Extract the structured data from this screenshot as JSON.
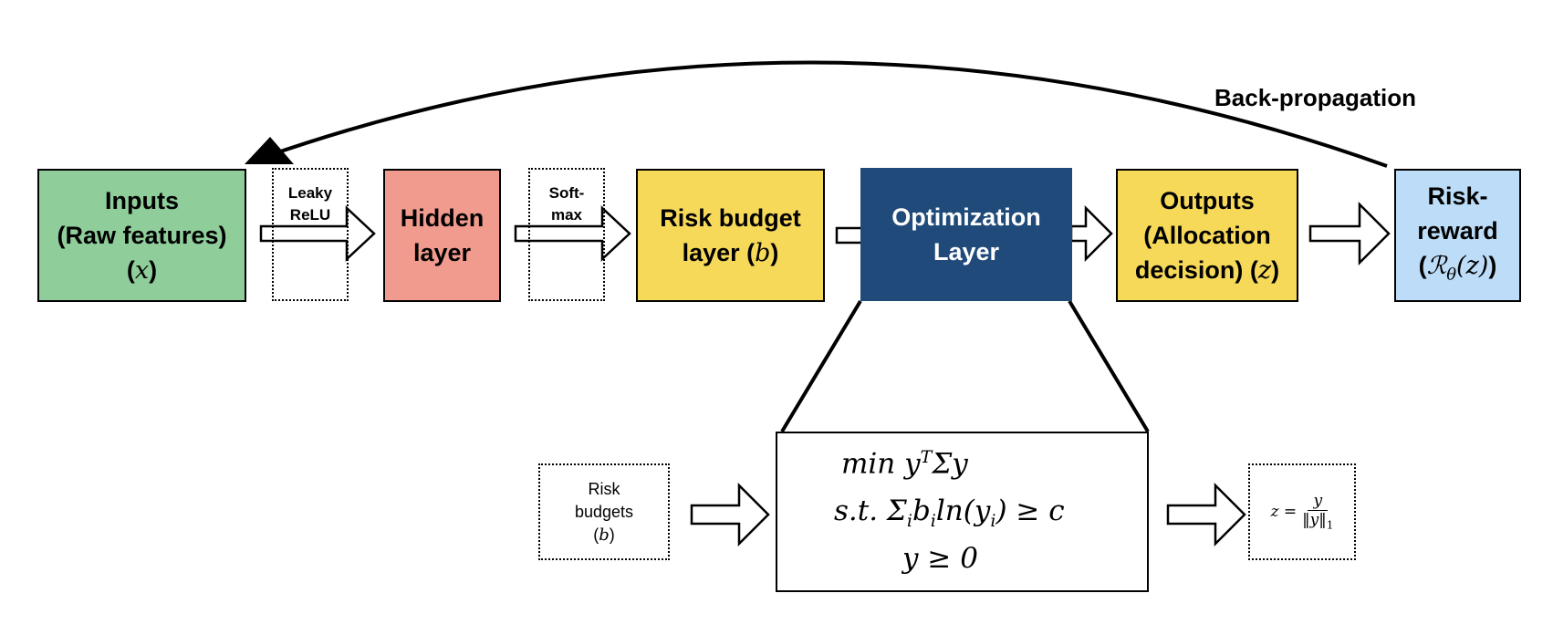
{
  "backprop_label": "Back-propagation",
  "nodes": {
    "inputs": {
      "line1": "Inputs",
      "line2": "(Raw features)",
      "var": "x"
    },
    "hidden": {
      "line1": "Hidden",
      "line2": "layer"
    },
    "risk_budget": {
      "line1": "Risk budget",
      "line2": "layer (",
      "var": "b",
      "close": ")"
    },
    "optimization": {
      "line1": "Optimization",
      "line2": "Layer"
    },
    "outputs": {
      "line1": "Outputs",
      "line2": "(Allocation",
      "line3": "decision) (",
      "var": "z",
      "close": ")"
    },
    "risk_reward": {
      "line1": "Risk-",
      "line2": "reward",
      "line3_open": "(",
      "symbol": "ℛ",
      "sub": "θ",
      "arg": "(z)",
      "line3_close": ")"
    }
  },
  "activations": {
    "leaky_relu": {
      "line1": "Leaky",
      "line2": "ReLU"
    },
    "softmax": {
      "line1": "Soft-",
      "line2": "max"
    }
  },
  "detail": {
    "risk_budgets": {
      "line1": "Risk",
      "line2": "budgets",
      "line3_open": "(",
      "var": "b",
      "line3_close": ")"
    },
    "formula": {
      "line1": "min y",
      "line1_sup": "T",
      "line1_rest": "Σy",
      "line2": "s.t.  Σ",
      "line2_rest": "b",
      "line2_rest2": "ln(y",
      "line2_end": ") ≥ c",
      "line2_sub_i": "i",
      "line3": "y ≥ 0"
    },
    "normalization": {
      "lhs": "z =",
      "num": "y",
      "den": "‖y‖",
      "den_sub": "1"
    }
  },
  "colors": {
    "inputs": "#8fce9b",
    "hidden": "#f19b8e",
    "risk_budget": "#f7d95a",
    "optimization": "#1f4a7a",
    "outputs": "#f7d95a",
    "risk_reward": "#bcdcf7"
  }
}
